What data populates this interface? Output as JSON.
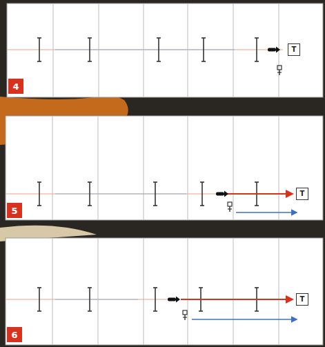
{
  "diagram": {
    "nodes": [
      {
        "text": [
          "4"
        ]
      },
      {
        "text": [
          "T"
        ]
      },
      {
        "text": [
          "5"
        ]
      },
      {
        "text": [
          "T"
        ]
      },
      {
        "text": [
          "6"
        ]
      },
      {
        "text": [
          "T"
        ]
      }
    ]
  }
}
